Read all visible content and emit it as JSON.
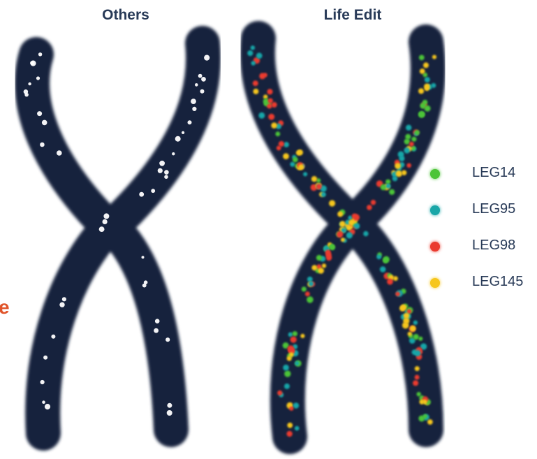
{
  "titles": {
    "left": "Others",
    "right": "Life Edit"
  },
  "side_label": "e",
  "chromosomes": {
    "body_color": "#15213d",
    "left_dot_color": "#ffffff"
  },
  "legend": [
    {
      "label": "LEG14",
      "color": "#4cc437"
    },
    {
      "label": "LEG95",
      "color": "#19a6a8"
    },
    {
      "label": "LEG98",
      "color": "#ea3b2f"
    },
    {
      "label": "LEG145",
      "color": "#f6c61c"
    }
  ]
}
